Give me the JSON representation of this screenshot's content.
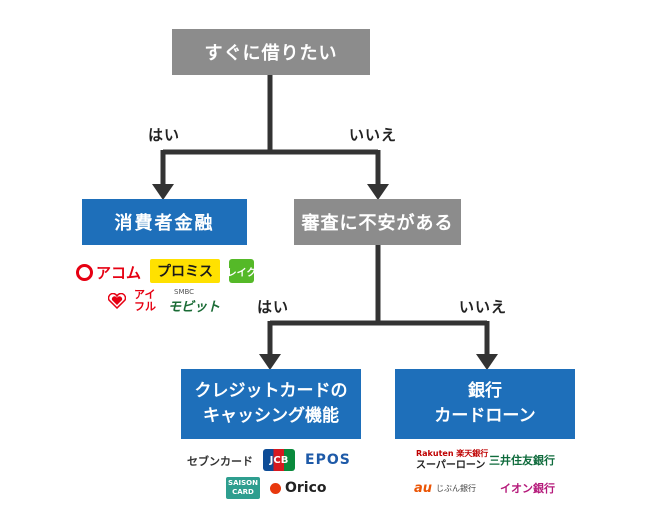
{
  "nodes": {
    "start": "すぐに借りたい",
    "consumer_finance": "消費者金融",
    "screening_worry": "審査に不安がある",
    "credit_card_line1": "クレジットカードの",
    "credit_card_line2": "キャッシング機能",
    "bank_line1": "銀行",
    "bank_line2": "カードローン"
  },
  "edges": {
    "top_yes": "はい",
    "top_no": "いいえ",
    "second_yes": "はい",
    "second_no": "いいえ"
  },
  "logos": {
    "consumer_finance": [
      {
        "text": "アコム",
        "color": "#e60012"
      },
      {
        "text": "プロミス",
        "color": "#1a1a1a",
        "bg": "#ffe100"
      },
      {
        "text": "レイク",
        "color": "#ffffff",
        "bg": "#55b928"
      },
      {
        "text": "アイフル",
        "color": "#e60012"
      },
      {
        "text": "SMBC",
        "color": "#555555"
      },
      {
        "text": "モビット",
        "color": "#1a6b35"
      }
    ],
    "credit_card": [
      {
        "text": "セブンカード",
        "color": "#333333"
      },
      {
        "text": "JCB",
        "color": "#ffffff"
      },
      {
        "text": "EPOS",
        "color": "#1e5aa8"
      },
      {
        "text": "SAISON",
        "color": "#ffffff",
        "bg": "#2e9e8f"
      },
      {
        "text": "CARD",
        "color": "#ffffff",
        "bg": "#2e9e8f"
      },
      {
        "text": "Orico",
        "color": "#222222"
      }
    ],
    "bank": [
      {
        "text": "Rakuten 楽天銀行",
        "color": "#bf0000"
      },
      {
        "text": "スーパーローン",
        "color": "#222222"
      },
      {
        "text": "三井住友銀行",
        "color": "#0f6b3c"
      },
      {
        "text": "au",
        "color": "#eb5505"
      },
      {
        "text": "じぶん銀行",
        "color": "#444444"
      },
      {
        "text": "イオン銀行",
        "color": "#b5197a"
      }
    ]
  },
  "colors": {
    "start_box": "#8c8c8c",
    "question_box": "#8c8c8c",
    "result_box": "#1e6fba",
    "connector": "#333333"
  }
}
